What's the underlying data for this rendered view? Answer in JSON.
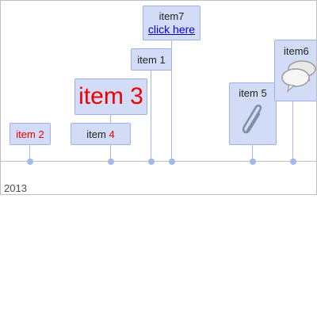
{
  "timeline": {
    "year_label": "2013",
    "items": [
      {
        "id": "item1",
        "label": "item 1"
      },
      {
        "id": "item2",
        "label": "item 2"
      },
      {
        "id": "item3",
        "label": "item 3"
      },
      {
        "id": "item4",
        "label_prefix": "item ",
        "label_number": "4"
      },
      {
        "id": "item5",
        "label": "item 5",
        "icon": "paperclip-icon"
      },
      {
        "id": "item6",
        "label": "item6",
        "icon": "speech-bubbles-icon"
      },
      {
        "id": "item7",
        "label": "item7",
        "link": "click here"
      }
    ]
  },
  "colors": {
    "box_fill": "#d3dcf7",
    "box_border": "#9eb2e8",
    "line": "#a4b8ec",
    "accent_red": "#ee0000",
    "link_blue": "#0000cc"
  }
}
